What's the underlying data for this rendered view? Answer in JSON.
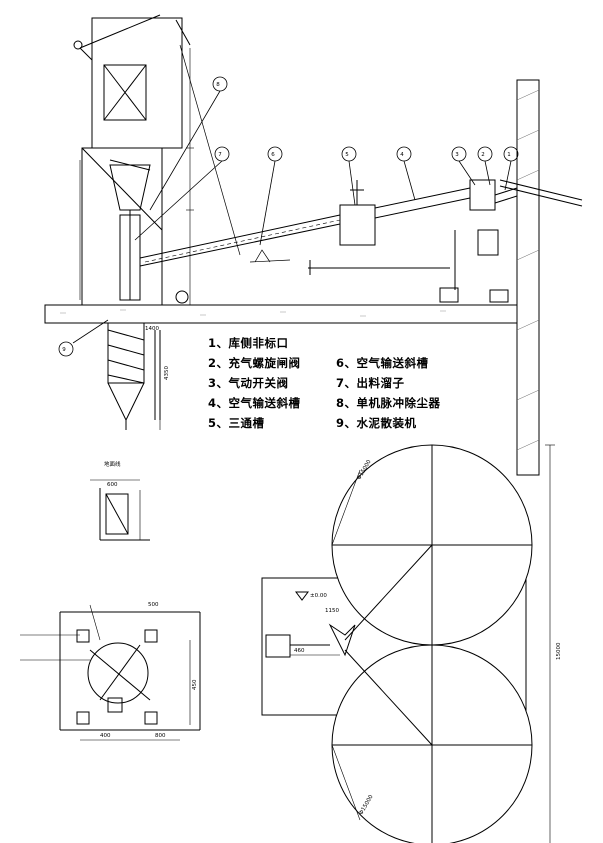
{
  "legend": {
    "items": [
      "1、库侧非标口",
      "2、充气螺旋闸阀",
      "3、气动开关阀",
      "4、空气输送斜槽",
      "5、三通槽",
      "6、空气输送斜槽",
      "7、出料溜子",
      "8、单机脉冲除尘器",
      "9、水泥散装机"
    ]
  },
  "callouts": [
    "8",
    "7",
    "6",
    "5",
    "4",
    "3",
    "2",
    "1",
    "9"
  ],
  "dimensions": {
    "d1400": "1400",
    "d1150": "1150",
    "d600": "600",
    "d460": "460",
    "d4350": "4350",
    "d15000": "15000",
    "d450": "450",
    "d400": "400",
    "d800": "800",
    "d500": "500"
  },
  "notes": {
    "silo_dia_top": "Φ15000",
    "silo_dia_bottom": "Φ15000",
    "elevation": "±0.00",
    "ground_mark": "地面线"
  },
  "colors": {
    "line": "#000000",
    "background": "#ffffff",
    "hatch": "#555555"
  }
}
